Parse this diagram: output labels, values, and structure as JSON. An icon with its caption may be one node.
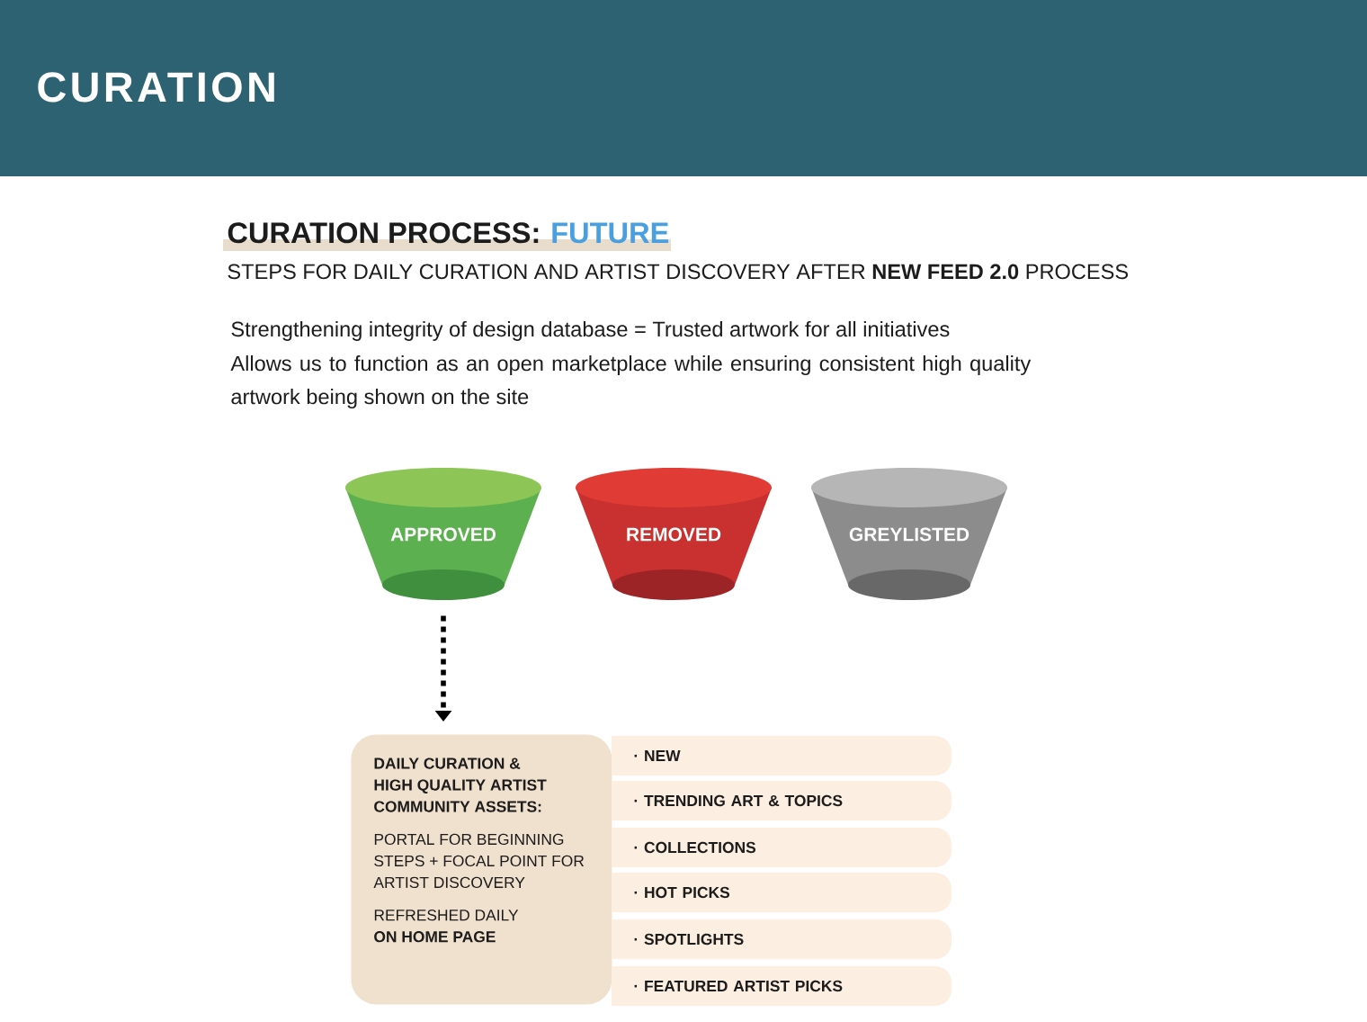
{
  "diagram": {
    "title": "CURATION",
    "nodes": [
      {
        "text": [
          "APPROVED"
        ]
      },
      {
        "text": [
          "REMOVED"
        ]
      },
      {
        "text": [
          "GREYLISTED"
        ]
      },
      {
        "text": [
          "DAILY CURATION & HIGH QUALITY ARTIST COMMUNITY ASSETS:",
          "PORTAL FOR BEGINNING STEPS + FOCAL POINT FOR ARTIST DISCOVERY",
          "REFRESHED DAILY **ON HOME PAGE**"
        ]
      },
      {
        "text": [
          "· NEW"
        ]
      },
      {
        "text": [
          "· TRENDING ART & TOPICS"
        ]
      },
      {
        "text": [
          "· COLLECTIONS"
        ]
      },
      {
        "text": [
          "· HOT PICKS"
        ]
      },
      {
        "text": [
          "· SPOTLIGHTS"
        ]
      },
      {
        "text": [
          "· FEATURED ARTIST PICKS"
        ]
      }
    ],
    "edges": [
      {
        "from": 0,
        "to": 3,
        "arrow": "to",
        "style": "dashed"
      }
    ],
    "labels": [
      "CURATION PROCESS:",
      "FUTURE",
      "STEPS FOR DAILY CURATION AND ARTIST DISCOVERY AFTER **NEW FEED 2.0** PROCESS",
      "Strengthening integrity of design database = Trusted artwork for all initiatives",
      "Allows us to function as an open marketplace while ensuring consistent high quality artwork being shown on the site"
    ]
  }
}
